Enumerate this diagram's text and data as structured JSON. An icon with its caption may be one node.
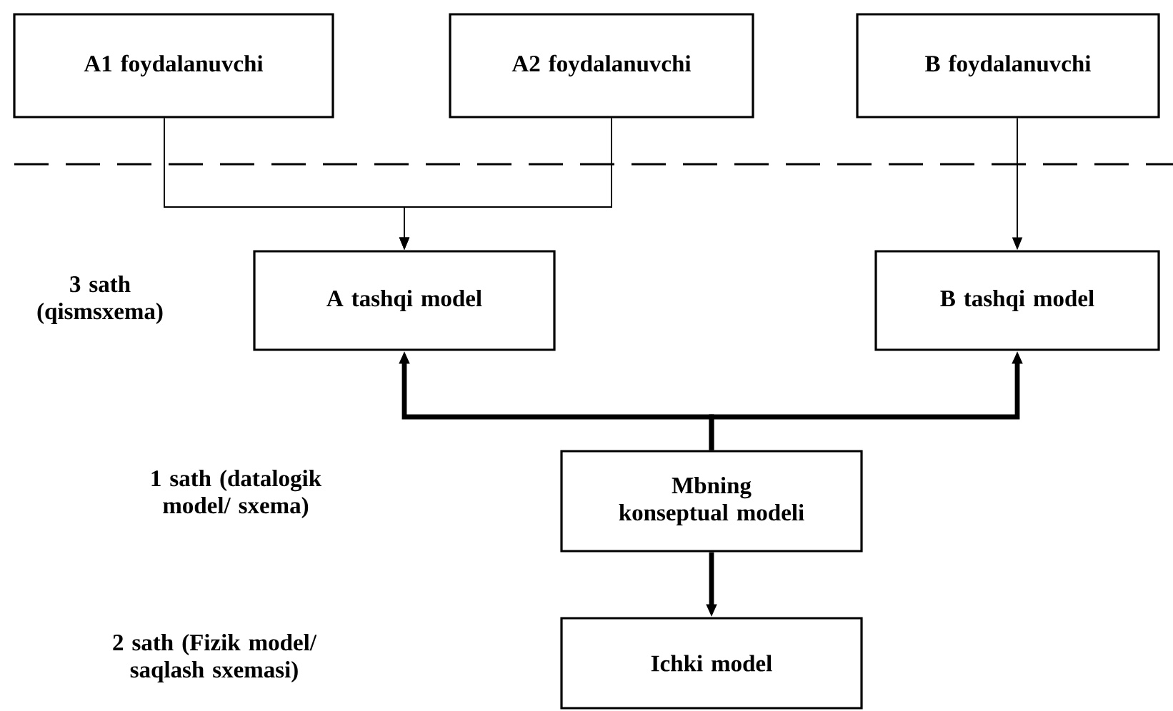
{
  "diagram": {
    "nodes": [
      {
        "text": [
          "A1 foydalanuvchi"
        ]
      },
      {
        "text": [
          "A2 foydalanuvchi"
        ]
      },
      {
        "text": [
          "B foydalanuvchi"
        ]
      },
      {
        "text": [
          "A tashqi model"
        ]
      },
      {
        "text": [
          "B tashqi model"
        ]
      },
      {
        "text": [
          "Mbning konseptual modeli"
        ]
      },
      {
        "text": [
          "Ichki model"
        ]
      }
    ],
    "edges": [
      {
        "from": 0,
        "to": 3,
        "arrow": "to"
      },
      {
        "from": 1,
        "to": 3,
        "arrow": "to"
      },
      {
        "from": 2,
        "to": 4,
        "arrow": "to"
      },
      {
        "from": 5,
        "to": 3,
        "arrow": "to",
        "style": "thick"
      },
      {
        "from": 5,
        "to": 4,
        "arrow": "to",
        "style": "thick"
      },
      {
        "from": 5,
        "to": 6,
        "arrow": "to",
        "style": "thick"
      }
    ],
    "labels": [
      "3 sath (qismsxema)",
      "1 sath (datalogik model/ sxema)",
      "2 sath (Fizik model/ saqlash sxemasi)"
    ]
  }
}
